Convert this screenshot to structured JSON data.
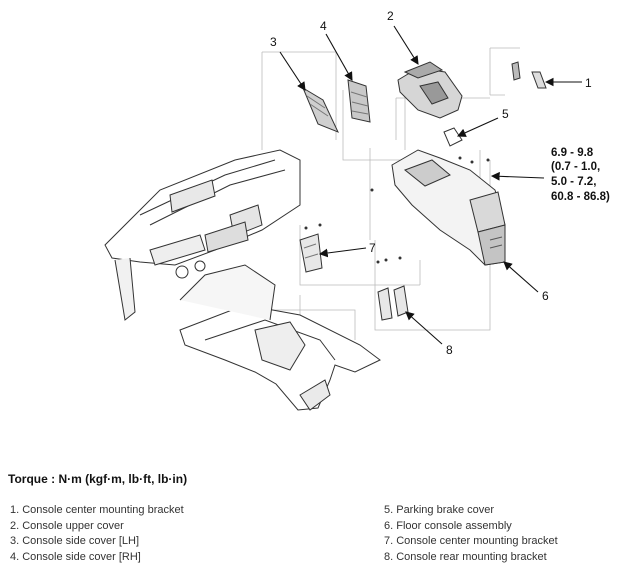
{
  "diagram": {
    "callouts": [
      {
        "id": "1",
        "label": "1"
      },
      {
        "id": "2",
        "label": "2"
      },
      {
        "id": "3",
        "label": "3"
      },
      {
        "id": "4",
        "label": "4"
      },
      {
        "id": "5",
        "label": "5"
      },
      {
        "id": "6",
        "label": "6"
      },
      {
        "id": "7",
        "label": "7"
      },
      {
        "id": "8",
        "label": "8"
      }
    ],
    "torque_spec": [
      "6.9 - 9.8",
      "(0.7 - 1.0,",
      "5.0 - 7.2,",
      "60.8 - 86.8)"
    ]
  },
  "torque_heading": "Torque : N·m (kgf·m, lb·ft, lb·in)",
  "legend": {
    "left": [
      "1. Console center mounting bracket",
      "2. Console upper cover",
      "3. Console side cover [LH]",
      "4. Console side cover [RH]"
    ],
    "right": [
      "5. Parking brake cover",
      "6. Floor console assembly",
      "7. Console center mounting bracket",
      "8. Console rear mounting bracket"
    ]
  }
}
